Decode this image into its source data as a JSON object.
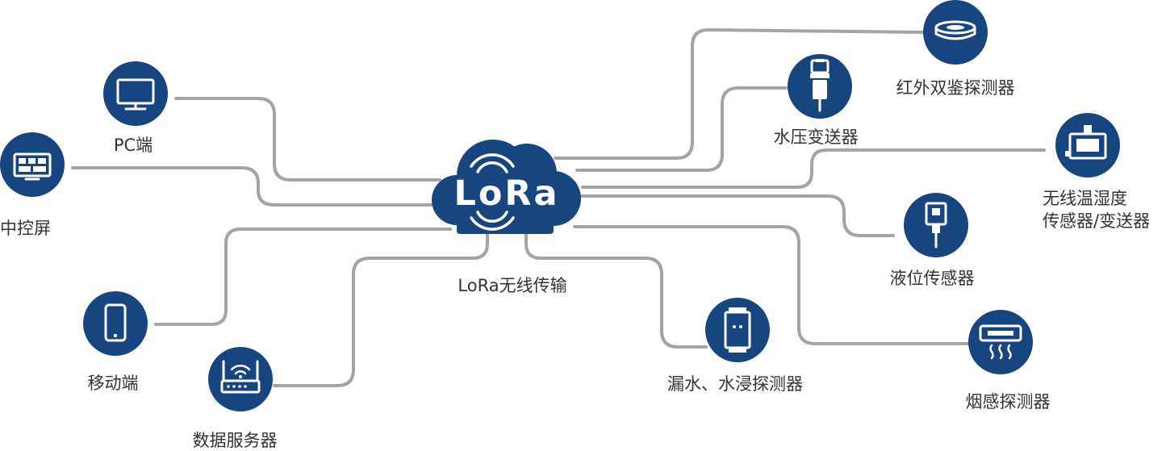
{
  "hub": {
    "logo_text": "LoRa",
    "caption": "LoRa无线传输"
  },
  "colors": {
    "node_fill": "#17457f",
    "line": "#a4a4a4",
    "icon": "#ffffff",
    "text": "#333333"
  },
  "nodes": {
    "pc": {
      "label": "PC端",
      "icon": "monitor-icon"
    },
    "control_screen": {
      "label": "中控屏",
      "icon": "control-panel-icon"
    },
    "mobile": {
      "label": "移动端",
      "icon": "smartphone-icon"
    },
    "data_server": {
      "label": "数据服务器",
      "icon": "wifi-router-icon"
    },
    "water_leak": {
      "label": "漏水、水浸探测器",
      "icon": "leak-detector-icon"
    },
    "smoke": {
      "label": "烟感探测器",
      "icon": "smoke-detector-icon"
    },
    "liquid_level": {
      "label": "液位传感器",
      "icon": "level-sensor-icon"
    },
    "temp_humidity": {
      "label": "无线温湿度\n传感器/变送器",
      "icon": "thermo-hygrometer-icon"
    },
    "water_pressure": {
      "label": "水压变送器",
      "icon": "pressure-transmitter-icon"
    },
    "infrared": {
      "label": "红外双鉴探测器",
      "icon": "infrared-detector-icon"
    }
  }
}
